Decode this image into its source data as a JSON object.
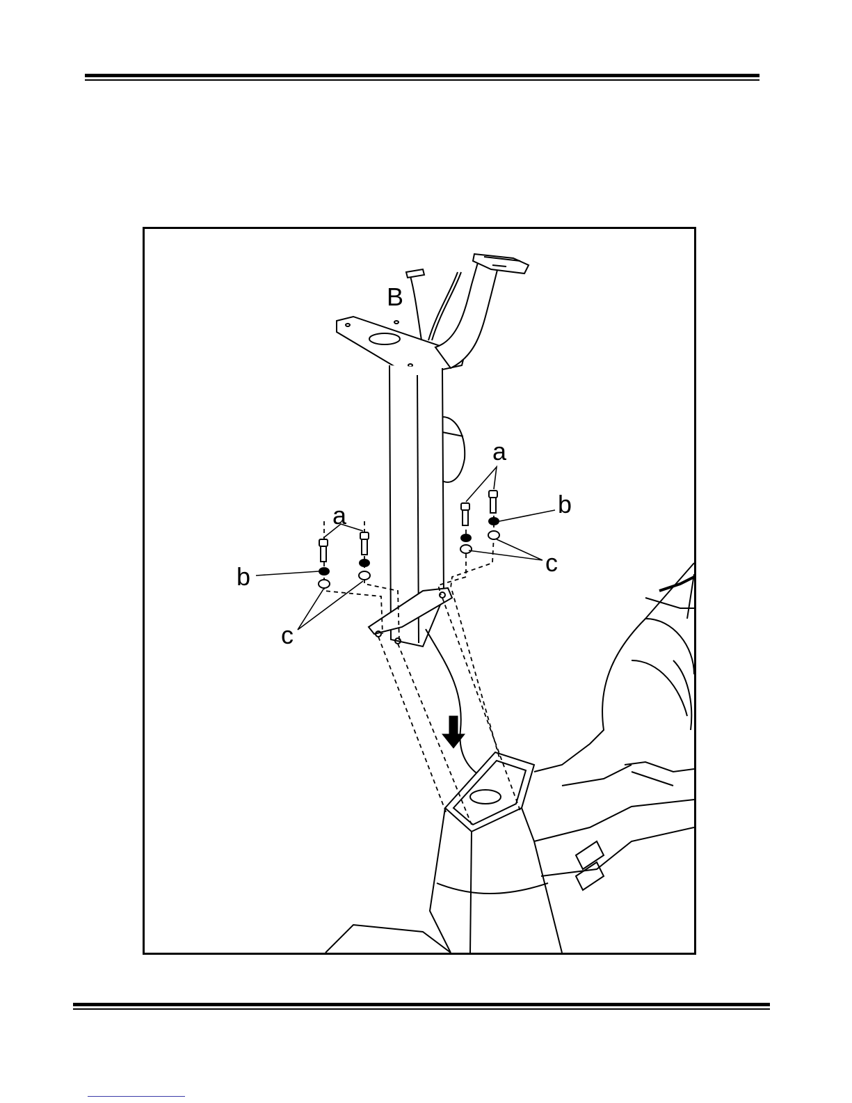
{
  "figure": {
    "callouts": {
      "B": "B",
      "a_left": "a",
      "a_right": "a",
      "b_left": "b",
      "b_right": "b",
      "c_left": "c",
      "c_right": "c"
    },
    "arrow_direction": "down"
  }
}
